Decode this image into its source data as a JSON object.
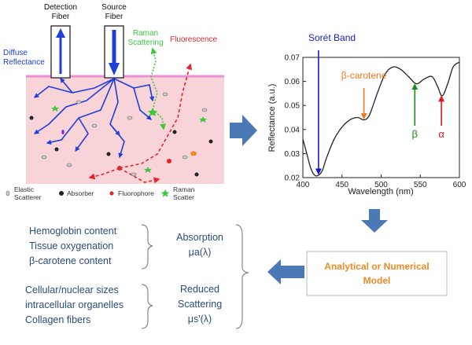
{
  "tissue": {
    "detection_fiber": [
      "Detection",
      "Fiber"
    ],
    "source_fiber": [
      "Source",
      "Fiber"
    ],
    "diffuse_reflectance": [
      "Diffuse",
      "Reflectance"
    ],
    "raman_scattering": [
      "Raman",
      "Scattering"
    ],
    "fluorescence": "Fluorescence",
    "colors": {
      "tissue": "#f8d3d8",
      "surface": "#ee8fd8",
      "photon": "#1f3fd9",
      "raman": "#3ec63e",
      "fluor": "#e0262c"
    }
  },
  "legend": {
    "elastic_scatterer": [
      "Elastic",
      "Scatterer"
    ],
    "absorber": "Absorber",
    "fluorophore": "Fluorophore",
    "raman_scatter": [
      "Raman",
      "Scatter"
    ]
  },
  "chart_data": {
    "type": "line",
    "xlabel": "Wavelength (nm)",
    "ylabel": "Reflectance (a.u.)",
    "xlim": [
      400,
      600
    ],
    "ylim": [
      0.02,
      0.07
    ],
    "x_ticks": [
      400,
      450,
      500,
      550,
      600
    ],
    "y_ticks": [
      0.02,
      0.03,
      0.04,
      0.05,
      0.06,
      0.07
    ],
    "x": [
      400,
      405,
      410,
      415,
      420,
      425,
      430,
      440,
      450,
      460,
      470,
      478,
      485,
      495,
      505,
      515,
      525,
      535,
      545,
      555,
      565,
      572,
      578,
      585,
      592,
      600
    ],
    "y": [
      0.036,
      0.03,
      0.024,
      0.021,
      0.021,
      0.023,
      0.028,
      0.036,
      0.041,
      0.044,
      0.045,
      0.044,
      0.046,
      0.055,
      0.063,
      0.066,
      0.065,
      0.062,
      0.059,
      0.061,
      0.062,
      0.058,
      0.054,
      0.059,
      0.066,
      0.068
    ],
    "annotations": [
      {
        "label": "Sorét Band",
        "x": 420,
        "color": "#1919c8"
      },
      {
        "label": "β-carotene",
        "x": 478,
        "color": "#f07820"
      },
      {
        "label": "β",
        "x": 543,
        "color": "#1a8a1a"
      },
      {
        "label": "α",
        "x": 577,
        "color": "#e01818"
      }
    ]
  },
  "model_box": {
    "lines": [
      "Analytical or Numerical",
      "Model"
    ],
    "color": "#f08a24"
  },
  "properties": {
    "absorption_items": [
      "Hemoglobin content",
      "Tissue oxygenation",
      "β-carotene content"
    ],
    "scattering_items": [
      "Cellular/nuclear sizes",
      "intracellular organelles",
      "Collagen fibers"
    ],
    "absorption_label": "Absorption",
    "absorption_symbol": "μa(λ)",
    "scattering_label": [
      "Reduced",
      "Scattering"
    ],
    "scattering_symbol": "μs'(λ)",
    "text_color": "#2b4b7e"
  },
  "arrows": {
    "color": "#4a79b5"
  }
}
